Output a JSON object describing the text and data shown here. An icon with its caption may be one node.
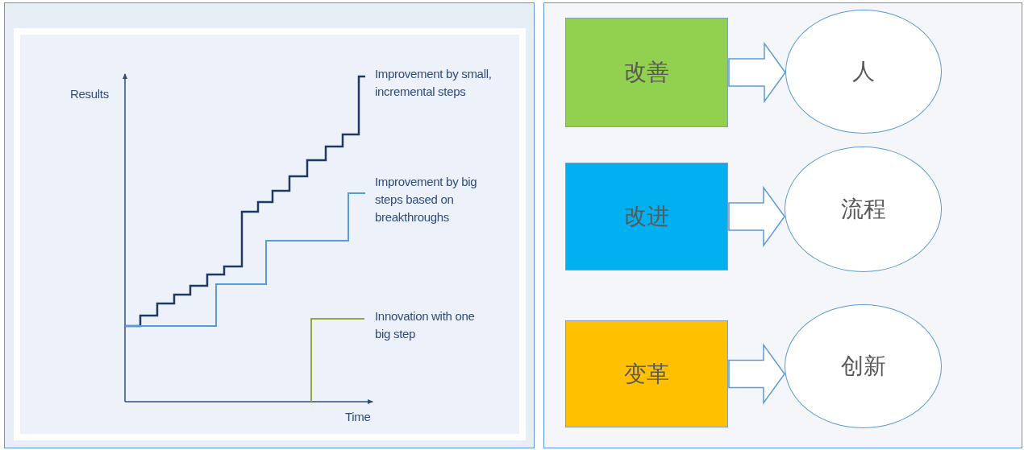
{
  "diagram": {
    "nodes": [
      {
        "text": [
          "改善"
        ]
      },
      {
        "text": [
          "人"
        ]
      },
      {
        "text": [
          "改进"
        ]
      },
      {
        "text": [
          "流程"
        ]
      },
      {
        "text": [
          "变革"
        ]
      },
      {
        "text": [
          "创新"
        ]
      }
    ],
    "edges": [
      {
        "from": 0,
        "to": 1,
        "arrow": "to"
      },
      {
        "from": 2,
        "to": 3,
        "arrow": "to"
      },
      {
        "from": 4,
        "to": 5,
        "arrow": "to"
      }
    ],
    "labels": [
      "Results",
      "Improvement by small, incremental steps",
      "Improvement by big steps based on breakthroughs",
      "Innovation with one big step",
      "Time"
    ]
  }
}
